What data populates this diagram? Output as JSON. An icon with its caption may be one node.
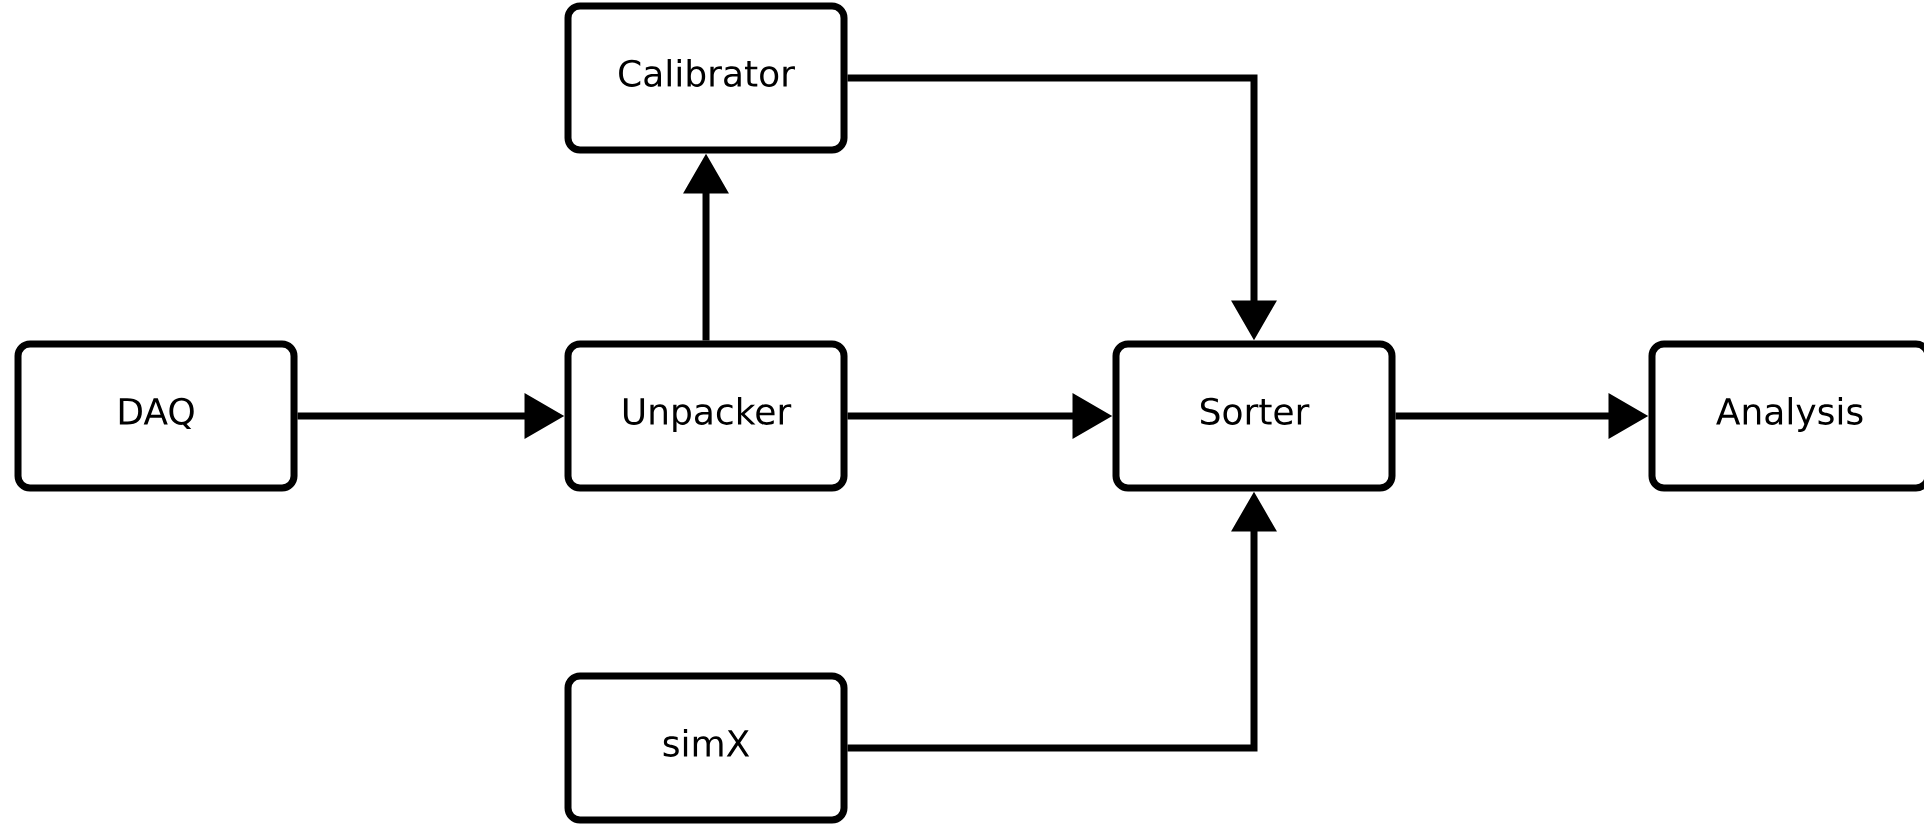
{
  "diagram": {
    "nodes": [
      {
        "text": [
          "DAQ"
        ]
      },
      {
        "text": [
          "Unpacker"
        ]
      },
      {
        "text": [
          "Calibrator"
        ]
      },
      {
        "text": [
          "Sorter"
        ]
      },
      {
        "text": [
          "Analysis"
        ]
      },
      {
        "text": [
          "simX"
        ]
      }
    ],
    "edges": [
      {
        "from": 0,
        "to": 1,
        "arrow": "to"
      },
      {
        "from": 1,
        "to": 2,
        "arrow": "to"
      },
      {
        "from": 2,
        "to": 3,
        "arrow": "to"
      },
      {
        "from": 1,
        "to": 3,
        "arrow": "to"
      },
      {
        "from": 5,
        "to": 3,
        "arrow": "to"
      },
      {
        "from": 3,
        "to": 4,
        "arrow": "to"
      }
    ]
  }
}
